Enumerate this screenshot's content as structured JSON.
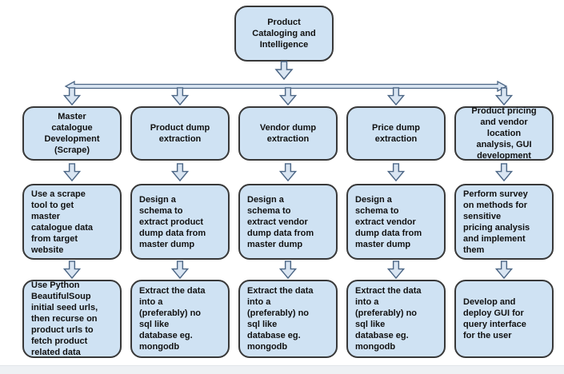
{
  "diagram": {
    "root": {
      "label": "Product\nCataloging and\nIntelligence"
    },
    "columns": [
      {
        "header": "Master\ncatalogue\nDevelopment\n(Scrape)",
        "step1": "Use a scrape\ntool to get\nmaster\ncatalogue data\nfrom target\nwebsite",
        "step2": "Use Python\nBeautifulSoup\ninitial seed urls,\nthen recurse on\nproduct urls to\nfetch product\nrelated data"
      },
      {
        "header": "Product dump\nextraction",
        "step1": "Design a\nschema to\nextract product\ndump data from\nmaster dump",
        "step2": "Extract the data\ninto a\n(preferably) no\nsql like\ndatabase eg.\nmongodb"
      },
      {
        "header": "Vendor dump\nextraction",
        "step1": "Design a\nschema to\nextract vendor\ndump data from\nmaster dump",
        "step2": "Extract the data\ninto a\n(preferably) no\nsql like\ndatabase eg.\nmongodb"
      },
      {
        "header": "Price dump\nextraction",
        "step1": "Design a\nschema to\nextract vendor\ndump data from\nmaster dump",
        "step2": "Extract the data\ninto a\n(preferably) no\nsql like\ndatabase eg.\nmongodb"
      },
      {
        "header": "Product pricing\nand vendor\nlocation\nanalysis, GUI\ndevelopment",
        "step1": "Perform survey\non methods for\nsensitive\npricing analysis\nand implement\nthem",
        "step2": "Develop and\ndeploy GUI for\nquery interface\nfor the user"
      }
    ]
  },
  "colors": {
    "node_fill": "#cfe2f3",
    "node_border": "#383838",
    "arrow_fill": "#d9e5f2",
    "arrow_stroke": "#4c6685",
    "text": "#111111",
    "bottom_strip": "#eef1f4"
  }
}
